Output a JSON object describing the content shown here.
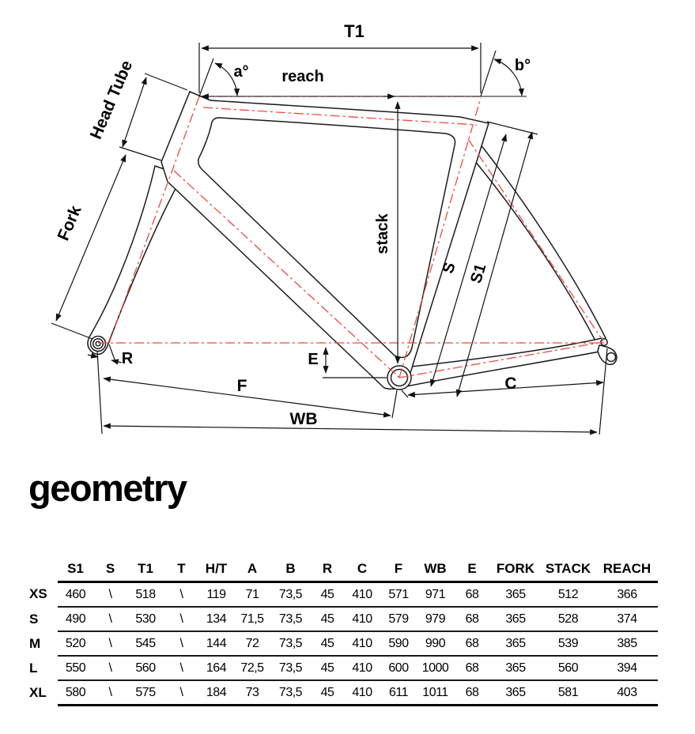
{
  "heading": "geometry",
  "diagram": {
    "labels": {
      "t1": "T1",
      "a_angle": "a°",
      "b_angle": "b°",
      "reach": "reach",
      "head_tube": "Head Tube",
      "fork": "Fork",
      "stack": "stack",
      "s": "S",
      "s1": "S1",
      "r": "R",
      "e": "E",
      "f": "F",
      "c": "C",
      "wb": "WB"
    },
    "colors": {
      "frame_line": "#1b1b1b",
      "centerline_red": "#ee4a41",
      "dimension_line": "#111111"
    }
  },
  "table": {
    "columns": [
      "S1",
      "S",
      "T1",
      "T",
      "H/T",
      "A",
      "B",
      "R",
      "C",
      "F",
      "WB",
      "E",
      "FORK",
      "STACK",
      "REACH"
    ],
    "rows": [
      {
        "size": "XS",
        "values": [
          "460",
          "\\",
          "518",
          "\\",
          "119",
          "71",
          "73,5",
          "45",
          "410",
          "571",
          "971",
          "68",
          "365",
          "512",
          "366"
        ]
      },
      {
        "size": "S",
        "values": [
          "490",
          "\\",
          "530",
          "\\",
          "134",
          "71,5",
          "73,5",
          "45",
          "410",
          "579",
          "979",
          "68",
          "365",
          "528",
          "374"
        ]
      },
      {
        "size": "M",
        "values": [
          "520",
          "\\",
          "545",
          "\\",
          "144",
          "72",
          "73,5",
          "45",
          "410",
          "590",
          "990",
          "68",
          "365",
          "539",
          "385"
        ]
      },
      {
        "size": "L",
        "values": [
          "550",
          "\\",
          "560",
          "\\",
          "164",
          "72,5",
          "73,5",
          "45",
          "410",
          "600",
          "1000",
          "68",
          "365",
          "560",
          "394"
        ]
      },
      {
        "size": "XL",
        "values": [
          "580",
          "\\",
          "575",
          "\\",
          "184",
          "73",
          "73,5",
          "45",
          "410",
          "611",
          "1011",
          "68",
          "365",
          "581",
          "403"
        ]
      }
    ]
  }
}
